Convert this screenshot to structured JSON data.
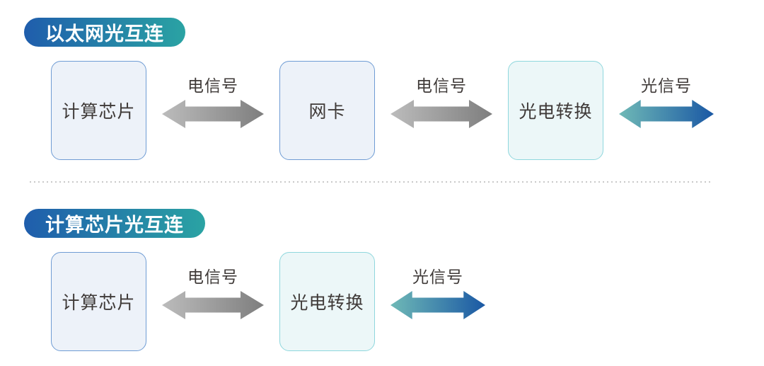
{
  "colors": {
    "badge_from": "#1f5dac",
    "badge_to": "#2aa3a3",
    "electrical_from": "#bcbcbc",
    "electrical_to": "#7e7e7e",
    "optical_from": "#6fb9b6",
    "optical_to": "#1a58a4",
    "box_blue_fill": "#edf2f9",
    "box_blue_border": "#6f9cd4",
    "box_cyan_fill": "#ecf7f8",
    "box_cyan_border": "#8fd7dd",
    "ink": "#3f3a38",
    "divider": "#c9c9c9"
  },
  "sections": [
    {
      "badge": "以太网光互连",
      "nodes": [
        {
          "label": "计算芯片",
          "style": "blue"
        },
        {
          "label": "网卡",
          "style": "blue"
        },
        {
          "label": "光电转换",
          "style": "cyan"
        }
      ],
      "links": [
        {
          "label": "电信号",
          "type": "electrical"
        },
        {
          "label": "电信号",
          "type": "electrical"
        },
        {
          "label": "光信号",
          "type": "optical"
        }
      ]
    },
    {
      "badge": "计算芯片光互连",
      "nodes": [
        {
          "label": "计算芯片",
          "style": "blue"
        },
        {
          "label": "光电转换",
          "style": "cyan"
        }
      ],
      "links": [
        {
          "label": "电信号",
          "type": "electrical"
        },
        {
          "label": "光信号",
          "type": "optical"
        }
      ]
    }
  ]
}
